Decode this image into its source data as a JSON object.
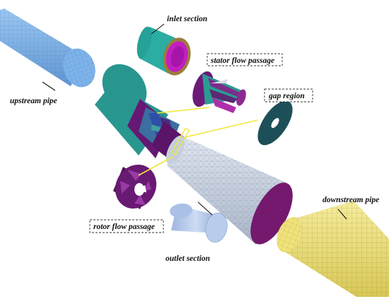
{
  "labels": {
    "inlet_section": "inlet section",
    "stator_flow_passage": "stator flow passage",
    "gap_region": "gap region",
    "upstream_pipe": "upstream pipe",
    "downstream_pipe": "downstream pipe",
    "rotor_flow_passage": "rotor flow passage",
    "outlet_section": "outlet section"
  },
  "colors": {
    "upstream_pipe": "#7eb3ea",
    "inlet_section": "#2db3a8",
    "inlet_bore": "#c21ec2",
    "inlet_rim": "#9c7c3a",
    "main_body_teal": "#2a9c94",
    "main_body_purple": "#6b1a78",
    "draft_tube": "#cdd7e6",
    "outlet_end": "#7a1a72",
    "downstream_pipe": "#efe27a",
    "gap_disk": "#1d4f58",
    "rotor": "#6e1c78",
    "outlet_section": "#b8ccec",
    "leader_yellow": "#f2e63a"
  }
}
